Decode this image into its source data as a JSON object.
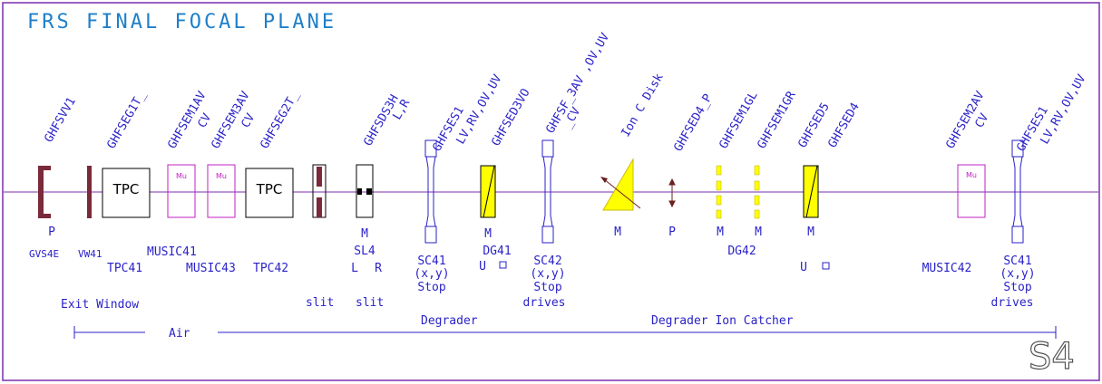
{
  "title": "FRS FINAL FOCAL PLANE",
  "station": "S4",
  "colors": {
    "frame": "#7b2fb0",
    "beam": "#7b2fb0",
    "text": "#2a22c8",
    "title": "#1f7fc8",
    "detector_maroon": "#7a2a3a",
    "music_magenta": "#c020c0",
    "wedge_yellow": "#ffff00"
  },
  "vertical_labels": [
    {
      "id": "ghfsvv1",
      "lines": [
        "GHFSVV1"
      ]
    },
    {
      "id": "ghfseg1t",
      "lines": [
        "GHFSEG1T_"
      ]
    },
    {
      "id": "ghfsem1av",
      "lines": [
        "GHFSEM1AV",
        "CV"
      ]
    },
    {
      "id": "ghfsem3av",
      "lines": [
        "GHFSEM3AV",
        "CV"
      ]
    },
    {
      "id": "ghfseg2t",
      "lines": [
        "GHFSEG2T_"
      ]
    },
    {
      "id": "ghfsds3h",
      "lines": [
        "GHFSDS3H",
        "L,R"
      ]
    },
    {
      "id": "ghfses1a",
      "lines": [
        "GHFSES1",
        "LV,RV,OV,UV"
      ]
    },
    {
      "id": "ghfsed3vo",
      "lines": [
        "GHFSED3VO"
      ]
    },
    {
      "id": "ghfsf3av",
      "lines": [
        "GHFSF_3AV ,OV,UV",
        "_CV"
      ]
    },
    {
      "id": "ion-c-disk",
      "lines": [
        "Ion C Disk"
      ]
    },
    {
      "id": "ghfsed4p",
      "lines": [
        "GHFSED4_P"
      ]
    },
    {
      "id": "ghfsem1gl",
      "lines": [
        "GHFSEM1GL"
      ]
    },
    {
      "id": "ghfsem1gr",
      "lines": [
        "GHFSEM1GR"
      ]
    },
    {
      "id": "ghfsed5",
      "lines": [
        "GHFSED5"
      ]
    },
    {
      "id": "ghfsed4",
      "lines": [
        "GHFSED4"
      ]
    },
    {
      "id": "ghfsem2av",
      "lines": [
        "GHFSEM2AV",
        "CV"
      ]
    },
    {
      "id": "ghfses1b",
      "lines": [
        "GHFSES1",
        "LV,RV,OV,UV"
      ]
    }
  ],
  "device_text": {
    "tpc41_box": "TPC",
    "tpc42_box": "TPC",
    "mu1": "Mu",
    "mu3": "Mu",
    "mu2": "Mu"
  },
  "labels": {
    "p_gvs": "P",
    "gvs4e": "GVS4E",
    "vw41": "VW41",
    "music41": "MUSIC41",
    "tpc41": "TPC41",
    "music43": "MUSIC43",
    "tpc42": "TPC42",
    "m_sl4": "M",
    "sl4": "SL4",
    "l_sl4": "L",
    "r_sl4": "R",
    "sc41a_name": "SC41",
    "sc41a_xy": "(x,y)",
    "sc41a_stop": "Stop",
    "m_dg41": "M",
    "dg41": "DG41",
    "u_dg41": "U",
    "sc42_name": "SC42",
    "sc42_xy": "(x,y)",
    "sc42_stop": "Stop",
    "sc42_drives": "drives",
    "m_ionc": "M",
    "p_ed4": "P",
    "m_gl": "M",
    "m_gr": "M",
    "dg42": "DG42",
    "m_ed5": "M",
    "u_ed5": "U",
    "music42": "MUSIC42",
    "sc41b_name": "SC41",
    "sc41b_xy": "(x,y)",
    "sc41b_stop": "Stop",
    "sc41b_drives": "drives",
    "exit_window": "Exit Window",
    "slit1": "slit",
    "slit2": "slit",
    "air": "Air",
    "degrader": "Degrader",
    "degrader_ion_catcher": "Degrader Ion Catcher"
  }
}
